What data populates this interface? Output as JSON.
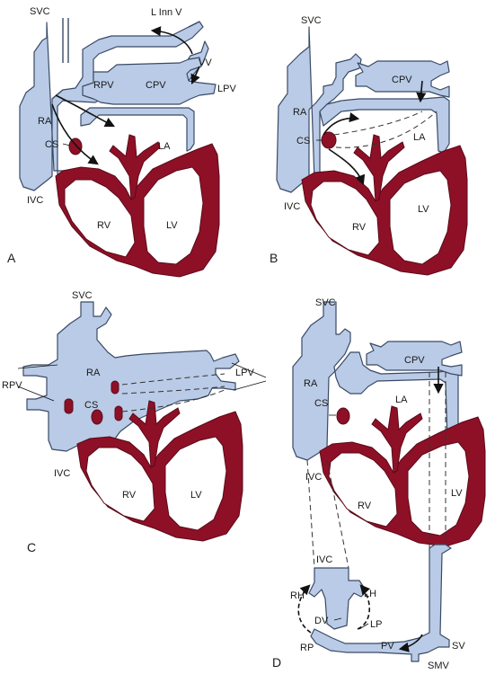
{
  "panels": {
    "A": {
      "letter": "A",
      "labels": {
        "svc": "SVC",
        "linnv": "L Inn V",
        "vv": "VV",
        "rpv": "RPV",
        "cpv": "CPV",
        "lpv": "LPV",
        "ra": "RA",
        "cs": "CS",
        "la": "LA",
        "ivc": "IVC",
        "rv": "RV",
        "lv": "LV"
      }
    },
    "B": {
      "letter": "B",
      "labels": {
        "svc": "SVC",
        "cpv": "CPV",
        "ra": "RA",
        "cs": "CS",
        "la": "LA",
        "ivc": "IVC",
        "rv": "RV",
        "lv": "LV"
      }
    },
    "C": {
      "letter": "C",
      "labels": {
        "svc": "SVC",
        "rpv": "RPV",
        "lpv": "LPV",
        "ra": "RA",
        "cs": "CS",
        "ivc": "IVC",
        "rv": "RV",
        "lv": "LV"
      }
    },
    "D": {
      "letter": "D",
      "labels": {
        "svc": "SVC",
        "cpv": "CPV",
        "ra": "RA",
        "cs": "CS",
        "la": "LA",
        "ivc": "IVC",
        "rv": "RV",
        "lv": "LV",
        "ivc2": "IVC",
        "rh": "RH",
        "lh": "LH",
        "dv": "DV",
        "lp": "LP",
        "rp": "RP",
        "pv": "PV",
        "sv": "SV",
        "smv": "SMV"
      }
    }
  },
  "colors": {
    "vessel": "#b9cbe6",
    "vessel_outline": "#3a4a66",
    "myocardium": "#8e1027"
  }
}
